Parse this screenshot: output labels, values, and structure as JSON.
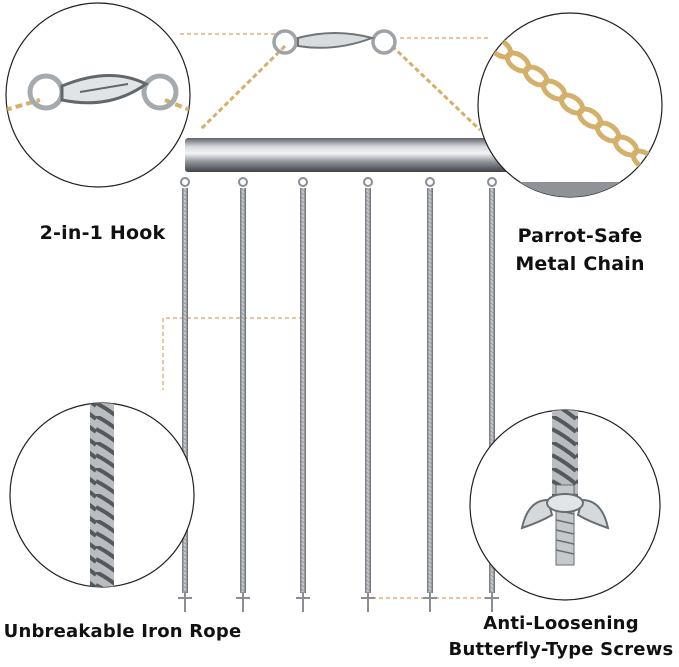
{
  "labels": {
    "hook": "2-in-1 Hook",
    "chain_line1": "Parrot-Safe",
    "chain_line2": "Metal Chain",
    "rope": "Unbreakable Iron Rope",
    "screws_line1": "Anti-Loosening",
    "screws_line2": "Butterfly-Type Screws"
  },
  "colors": {
    "background": "#ffffff",
    "callout_line": "#d9a25a",
    "chain": "#d4b06a",
    "steel": "#a8adb3",
    "label_text": "#111111"
  },
  "icons": {
    "hook_detail": "snap-hook-icon",
    "chain_detail": "chain-link-icon",
    "rope_detail": "twisted-rope-icon",
    "screw_detail": "wing-nut-icon"
  }
}
